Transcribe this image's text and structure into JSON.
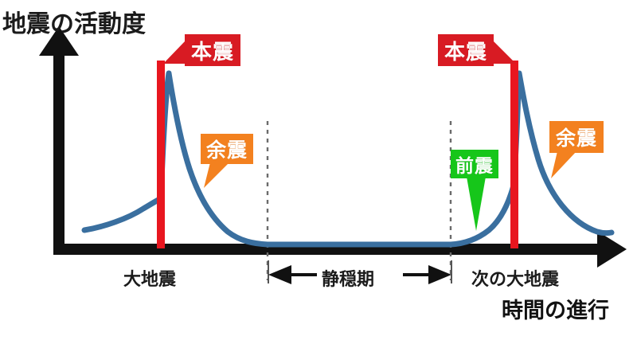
{
  "figure": {
    "title_vertical_axis": "地震の活動度",
    "horizontal_axis_title": "時間の進行",
    "axis_labels": {
      "first_event": "大地震",
      "quiet_period": "静穏期",
      "next_event": "次の大地震"
    },
    "callouts": {
      "mainshock": "本震",
      "aftershock": "余震",
      "foreshock": "前震"
    },
    "colors": {
      "mainshock_box": "#d81b23",
      "mainshock_bar": "#e8161f",
      "aftershock_box": "#f3811f",
      "foreshock_box": "#16c61a",
      "curve": "#3a6f9f",
      "axis": "#111111",
      "dashed_guide": "#6b6b6b",
      "text": "#1b1b1b"
    }
  },
  "chart_data": {
    "type": "line",
    "title": "",
    "xlabel": "時間の進行",
    "ylabel": "地震の活動度",
    "grid": false,
    "legend_position": "none",
    "axis_style": "arrow-axes, no numeric ticks",
    "xlim": [
      0,
      100
    ],
    "ylim": [
      0,
      100
    ],
    "x_tick_labels": [
      "大地震",
      "静穏期",
      "次の大地震"
    ],
    "annotations": [
      {
        "label": "本震",
        "at_x": 19,
        "at_y": 100,
        "color": "#d81b23",
        "note": "first mainshock spike"
      },
      {
        "label": "余震",
        "at_x": 30,
        "at_y": 55,
        "color": "#f3811f",
        "note": "decaying aftershocks after first mainshock"
      },
      {
        "label": "前震",
        "at_x": 72,
        "at_y": 40,
        "color": "#16c61a",
        "note": "foreshocks rising before next mainshock"
      },
      {
        "label": "本震",
        "at_x": 82,
        "at_y": 100,
        "color": "#d81b23",
        "note": "next mainshock spike"
      },
      {
        "label": "余震",
        "at_x": 92,
        "at_y": 55,
        "color": "#f3811f",
        "note": "decaying aftershocks after next mainshock"
      }
    ],
    "event_markers": [
      {
        "name": "大地震",
        "x": 19,
        "type": "vertical-bar",
        "color": "#e8161f"
      },
      {
        "name": "次の大地震",
        "x": 81,
        "type": "vertical-bar",
        "color": "#e8161f"
      }
    ],
    "guides": [
      {
        "name": "quiet-period-start",
        "x": 37,
        "style": "dashed"
      },
      {
        "name": "quiet-period-end",
        "x": 69,
        "style": "dashed"
      }
    ],
    "span_annotation": {
      "label": "静穏期",
      "from_x": 37,
      "to_x": 69,
      "arrow": "double-headed"
    },
    "series": [
      {
        "name": "地震の活動度",
        "color": "#3a6f9f",
        "x": [
          5,
          9,
          13,
          16,
          19,
          19,
          21,
          24,
          27,
          31,
          35,
          40,
          46,
          53,
          60,
          66,
          69,
          72,
          75,
          78,
          80,
          81,
          81,
          83,
          86,
          90,
          94,
          98
        ],
        "values": [
          9,
          11,
          14,
          18,
          25,
          92,
          70,
          52,
          38,
          27,
          19,
          13,
          9,
          7,
          7,
          8,
          9,
          12,
          18,
          30,
          50,
          72,
          95,
          74,
          54,
          38,
          26,
          16
        ]
      }
    ]
  }
}
